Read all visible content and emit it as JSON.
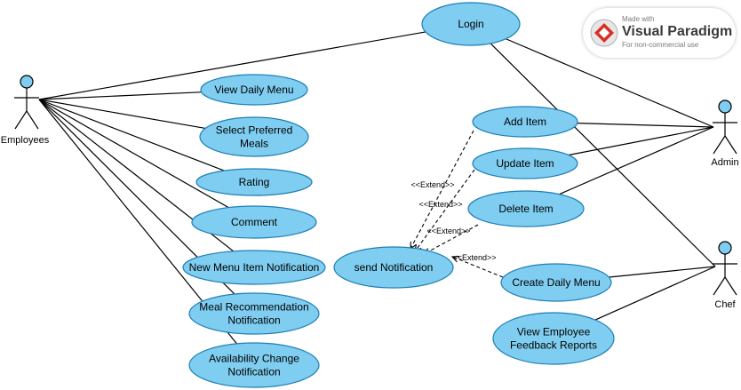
{
  "actors": [
    {
      "id": "employees",
      "label": "Employees"
    },
    {
      "id": "admin",
      "label": "Admin"
    },
    {
      "id": "chef",
      "label": "Chef"
    }
  ],
  "use_cases": [
    {
      "id": "login",
      "label": [
        "Login"
      ]
    },
    {
      "id": "view-daily-menu",
      "label": [
        "View Daily Menu"
      ]
    },
    {
      "id": "select-preferred-meals",
      "label": [
        "Select Preferred",
        "Meals"
      ]
    },
    {
      "id": "rating",
      "label": [
        "Rating"
      ]
    },
    {
      "id": "comment",
      "label": [
        "Comment"
      ]
    },
    {
      "id": "new-menu-item-notification",
      "label": [
        "New Menu Item Notification"
      ]
    },
    {
      "id": "meal-recommendation-notification",
      "label": [
        "Meal Recommendation",
        "Notification"
      ]
    },
    {
      "id": "availability-change-notification",
      "label": [
        "Availability Change",
        "Notification"
      ]
    },
    {
      "id": "add-item",
      "label": [
        "Add Item"
      ]
    },
    {
      "id": "update-item",
      "label": [
        "Update Item"
      ]
    },
    {
      "id": "delete-item",
      "label": [
        "Delete Item"
      ]
    },
    {
      "id": "send-notification",
      "label": [
        "send Notification"
      ]
    },
    {
      "id": "create-daily-menu",
      "label": [
        "Create Daily Menu"
      ]
    },
    {
      "id": "view-employee-feedback-reports",
      "label": [
        "View Employee",
        "Feedback Reports"
      ]
    }
  ],
  "associations": [
    {
      "from": "employees",
      "to": "login"
    },
    {
      "from": "employees",
      "to": "view-daily-menu"
    },
    {
      "from": "employees",
      "to": "select-preferred-meals"
    },
    {
      "from": "employees",
      "to": "rating"
    },
    {
      "from": "employees",
      "to": "comment"
    },
    {
      "from": "employees",
      "to": "new-menu-item-notification"
    },
    {
      "from": "employees",
      "to": "meal-recommendation-notification"
    },
    {
      "from": "employees",
      "to": "availability-change-notification"
    },
    {
      "from": "admin",
      "to": "login"
    },
    {
      "from": "admin",
      "to": "add-item"
    },
    {
      "from": "admin",
      "to": "update-item"
    },
    {
      "from": "admin",
      "to": "delete-item"
    },
    {
      "from": "chef",
      "to": "login"
    },
    {
      "from": "chef",
      "to": "create-daily-menu"
    },
    {
      "from": "chef",
      "to": "view-employee-feedback-reports"
    }
  ],
  "extends": [
    {
      "from": "add-item",
      "to": "send-notification",
      "label": "<<Extend>>"
    },
    {
      "from": "update-item",
      "to": "send-notification",
      "label": "<<Extend>>"
    },
    {
      "from": "delete-item",
      "to": "send-notification",
      "label": "<<Extend>>"
    },
    {
      "from": "create-daily-menu",
      "to": "send-notification",
      "label": "<<Extend>>"
    }
  ],
  "watermark": {
    "made_with": "Made with",
    "brand": "Visual Paradigm",
    "note": "For non-commercial use"
  },
  "colors": {
    "use_case_fill": "#7fcdf0",
    "use_case_stroke": "#1e7fb5",
    "actor_fill": "#7fcdf0",
    "line": "#000000",
    "brand_red": "#d93025"
  }
}
